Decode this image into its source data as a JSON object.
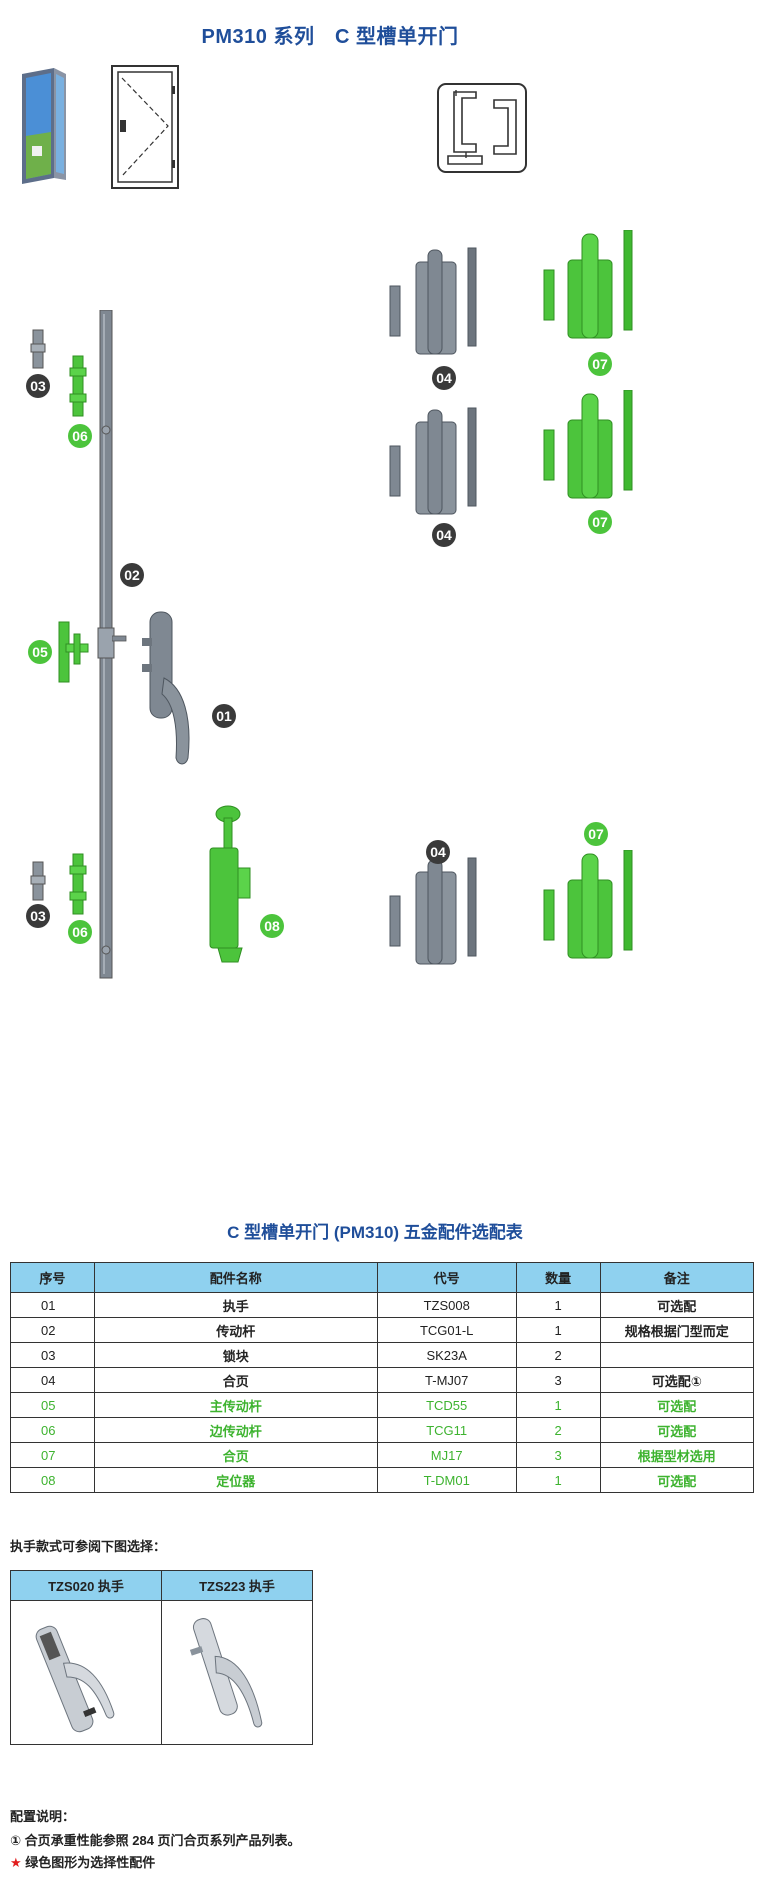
{
  "page": {
    "title": "PM310 系列　C 型槽单开门",
    "table_title": "C 型槽单开门 (PM310) 五金配件选配表"
  },
  "badges": {
    "b01": "01",
    "b02": "02",
    "b03a": "03",
    "b03b": "03",
    "b04a": "04",
    "b04b": "04",
    "b04c": "04",
    "b05": "05",
    "b06a": "06",
    "b06b": "06",
    "b07a": "07",
    "b07b": "07",
    "b07c": "07",
    "b08": "08"
  },
  "spec_table": {
    "headers": [
      "序号",
      "配件名称",
      "代号",
      "数量",
      "备注"
    ],
    "rows": [
      {
        "no": "01",
        "name": "执手",
        "code": "TZS008",
        "qty": "1",
        "note": "可选配"
      },
      {
        "no": "02",
        "name": "传动杆",
        "code": "TCG01-L",
        "qty": "1",
        "note": "规格根据门型而定"
      },
      {
        "no": "03",
        "name": "锁块",
        "code": "SK23A",
        "qty": "2",
        "note": ""
      },
      {
        "no": "04",
        "name": "合页",
        "code": "T-MJ07",
        "qty": "3",
        "note": "可选配①"
      },
      {
        "no": "05",
        "name": "主传动杆",
        "code": "TCD55",
        "qty": "1",
        "note": "可选配"
      },
      {
        "no": "06",
        "name": "边传动杆",
        "code": "TCG11",
        "qty": "2",
        "note": "可选配"
      },
      {
        "no": "07",
        "name": "合页",
        "code": "MJ17",
        "qty": "3",
        "note": "根据型材选用"
      },
      {
        "no": "08",
        "name": "定位器",
        "code": "T-DM01",
        "qty": "1",
        "note": "可选配"
      }
    ]
  },
  "handles": {
    "intro": "执手款式可参阅下图选择：",
    "h1": "TZS020 执手",
    "h2": "TZS223 执手"
  },
  "notes": {
    "heading": "配置说明：",
    "n1": "① 合页承重性能参照 284 页门合页系列产品列表。",
    "star": "★",
    "n2": " 绿色图形为选择性配件"
  },
  "colors": {
    "title_blue": "#1f4e9a",
    "header_blue": "#8fd1ef",
    "accessory_green": "#4cc43c",
    "hardware_gray": "#7f8892"
  },
  "icons": [
    "door-photo-icon",
    "door-diagram-icon",
    "profile-section-icon",
    "hinge-icon",
    "handle-icon",
    "rod-icon",
    "lock-block-icon",
    "door-stop-icon"
  ]
}
